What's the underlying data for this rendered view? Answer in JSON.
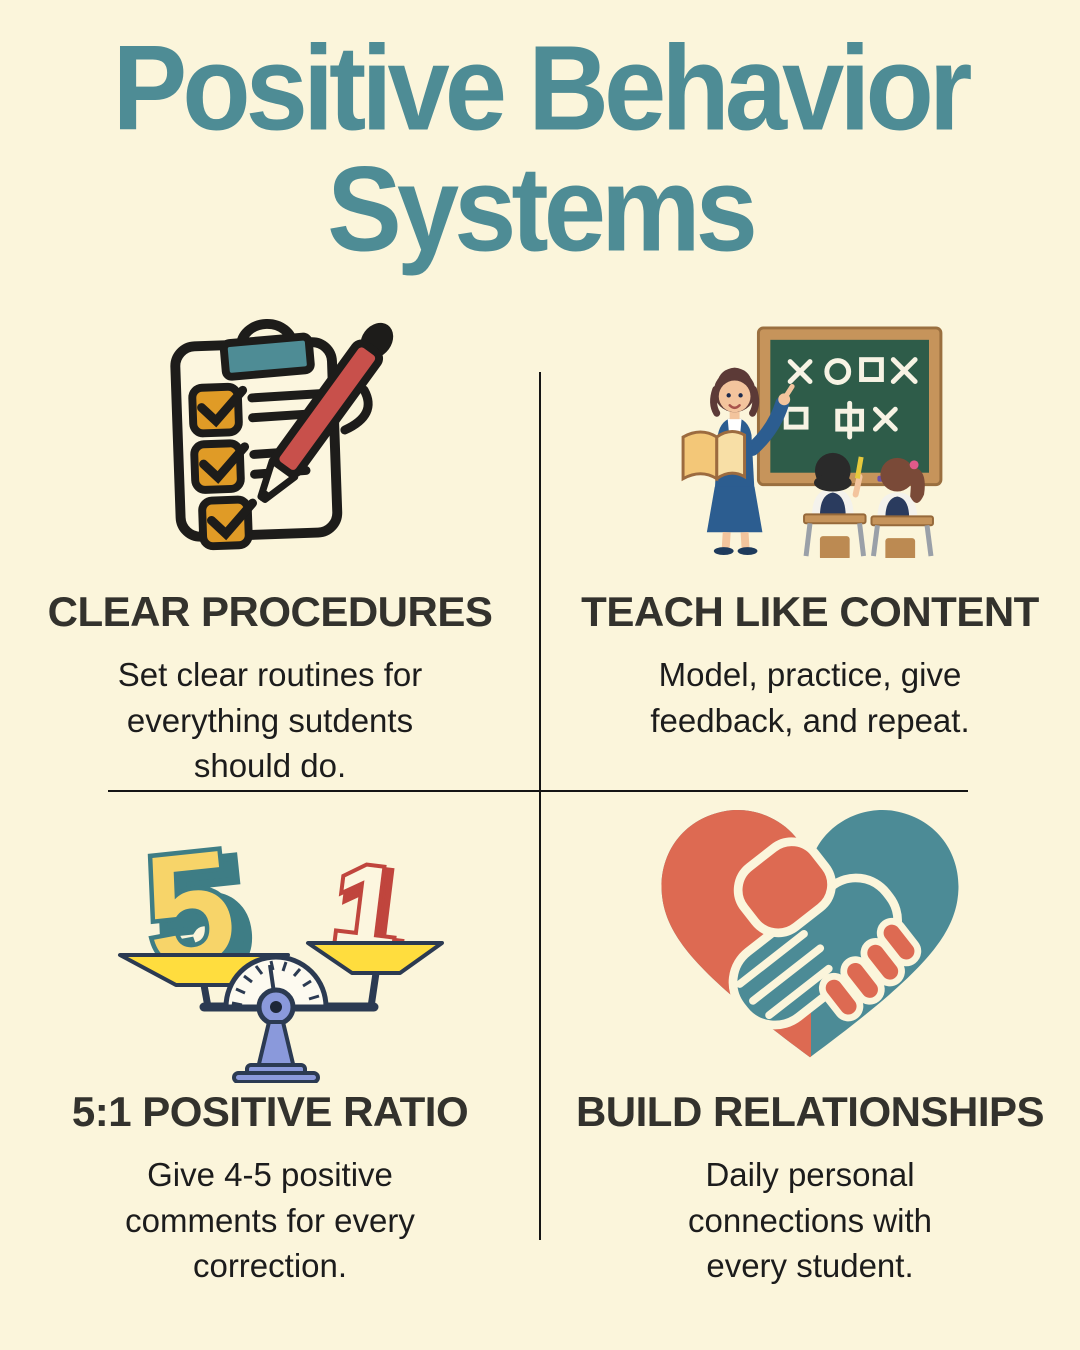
{
  "title": {
    "line1": "Positive Behavior",
    "line2": "Systems"
  },
  "colors": {
    "background": "#FBF5DB",
    "title_teal": "#4E8C95",
    "heading_dark": "#33322D",
    "body_text": "#1C1C1C",
    "divider_black": "#151515",
    "clip_teal": "#4E8C95",
    "checkbox_gold": "#E09B26",
    "pen_red": "#C8504B",
    "five_yellow": "#F7D469",
    "five_teal_outline": "#3E7D85",
    "one_red": "#C0453D",
    "pan_yellow": "#FFDD3E",
    "beam_navy": "#2B3A52",
    "stand_periwinkle": "#8A99DB",
    "board_green": "#2E5C49",
    "board_frame_tan": "#C6945B",
    "heart_coral": "#DD6A52",
    "heart_teal": "#4C8B96"
  },
  "quadrants": [
    {
      "heading": "CLEAR PROCEDURES",
      "body": "Set clear routines for\neverything sutdents\nshould do.",
      "icon": "clipboard-checklist-icon"
    },
    {
      "heading": "TEACH LIKE CONTENT",
      "body": "Model, practice, give\nfeedback, and repeat.",
      "icon": "teacher-classroom-icon"
    },
    {
      "heading": "5:1 POSITIVE RATIO",
      "body": "Give 4-5 positive\ncomments for every\ncorrection.",
      "icon": "balance-scale-icon"
    },
    {
      "heading": "BUILD RELATIONSHIPS",
      "body": "Daily personal\nconnections with\nevery student.",
      "icon": "heart-handshake-icon"
    }
  ],
  "scale_icon": {
    "left_value": "5",
    "right_value": "1"
  }
}
